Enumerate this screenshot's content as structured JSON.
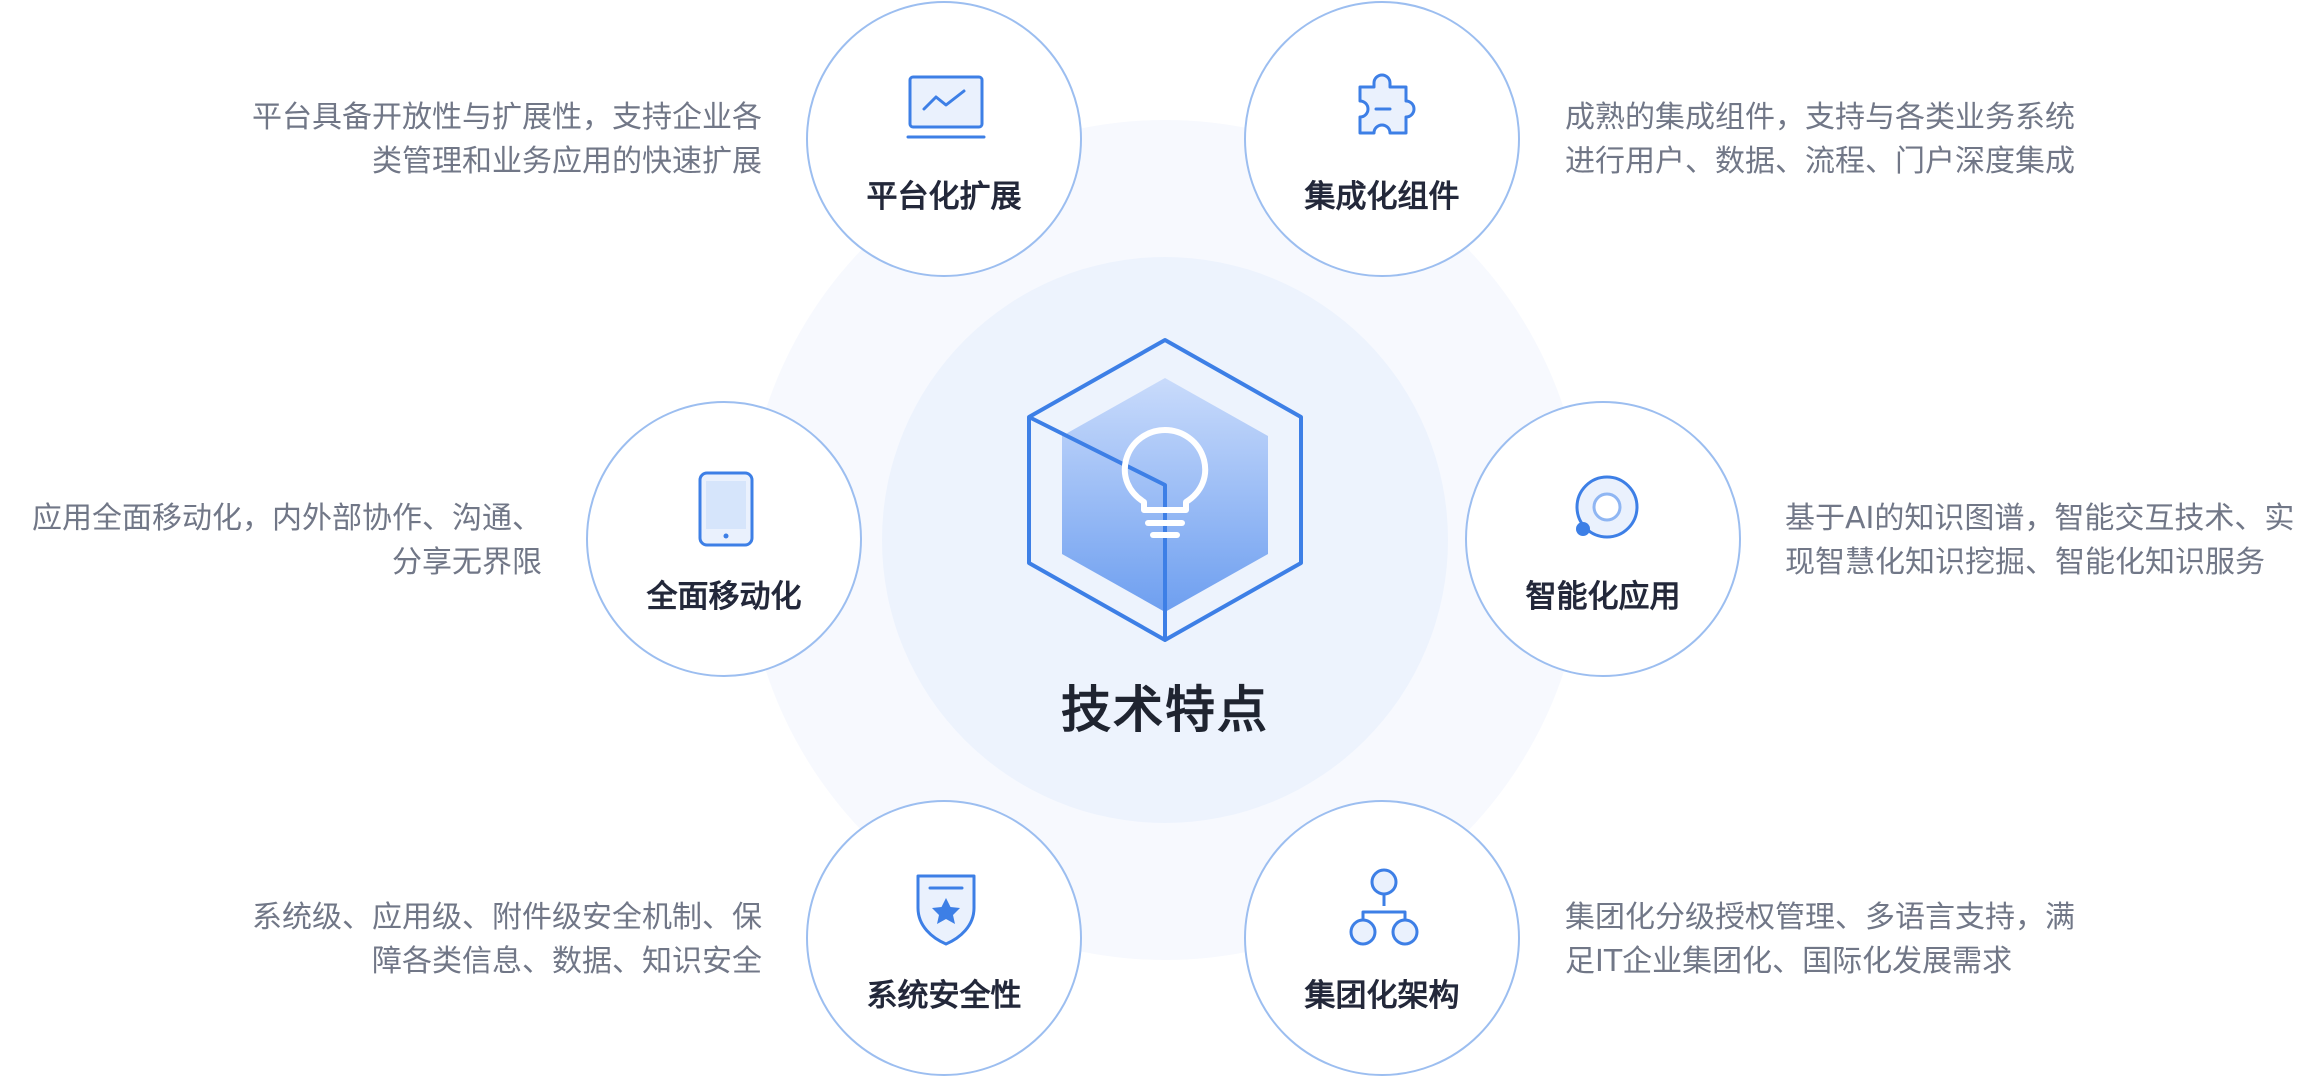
{
  "center": {
    "title": "技术特点",
    "icon": "lightbulb-icon"
  },
  "colors": {
    "accent": "#3d7fe6",
    "accent_light": "#8fb6f3",
    "node_border": "#9cbef0",
    "label": "#23283a",
    "description": "#717787",
    "halo_outer": "#f7f9fe",
    "halo_inner": "#edf3fd"
  },
  "features": [
    {
      "label": "平台化扩展",
      "icon": "monitor-chart-icon",
      "description": [
        "平台具备开放性与扩展性，支持企业各",
        "类管理和业务应用的快速扩展"
      ]
    },
    {
      "label": "集成化组件",
      "icon": "puzzle-piece-icon",
      "description": [
        "成熟的集成组件，支持与各类业务系统",
        "进行用户、数据、流程、门户深度集成"
      ]
    },
    {
      "label": "全面移动化",
      "icon": "tablet-icon",
      "description": [
        "应用全面移动化，内外部协作、沟通、",
        "分享无界限"
      ]
    },
    {
      "label": "智能化应用",
      "icon": "orbit-ring-icon",
      "description": [
        "基于AI的知识图谱，智能交互技术、实",
        "现智慧化知识挖掘、智能化知识服务"
      ]
    },
    {
      "label": "系统安全性",
      "icon": "shield-star-icon",
      "description": [
        "系统级、应用级、附件级安全机制、保",
        "障各类信息、数据、知识安全"
      ]
    },
    {
      "label": "集团化架构",
      "icon": "org-tree-icon",
      "description": [
        "集团化分级授权管理、多语言支持，满",
        "足IT企业集团化、国际化发展需求"
      ]
    }
  ]
}
